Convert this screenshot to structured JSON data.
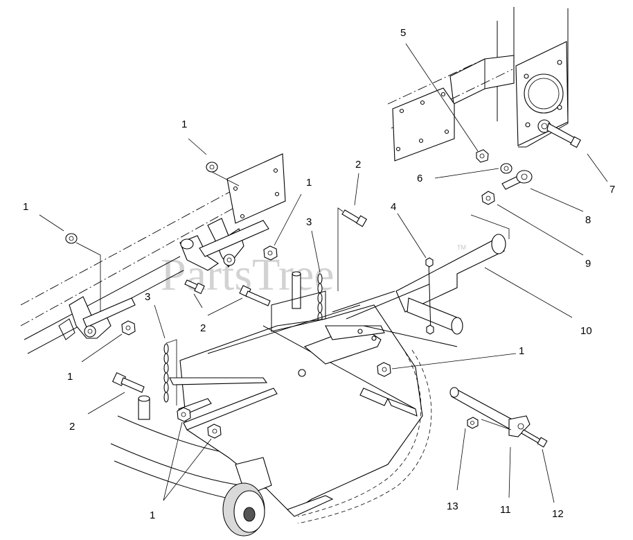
{
  "watermark": {
    "text": "PartsTree",
    "tm": "TM"
  },
  "callouts": {
    "c1a": "1",
    "c1b": "1",
    "c1c": "1",
    "c1d": "1",
    "c1e": "1",
    "c1f": "1",
    "c2a": "2",
    "c2b": "2",
    "c2c": "2",
    "c3a": "3",
    "c3b": "3",
    "c4": "4",
    "c5": "5",
    "c6": "6",
    "c7": "7",
    "c8": "8",
    "c9": "9",
    "c10": "10",
    "c11": "11",
    "c12": "12",
    "c13": "13"
  }
}
